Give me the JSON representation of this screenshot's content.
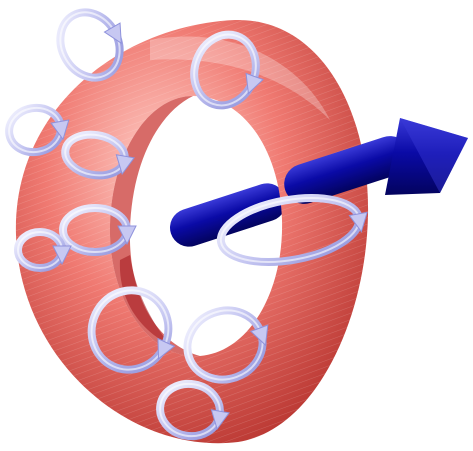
{
  "figure": {
    "subject": "toroidal-coil-with-axis-arrow",
    "colors": {
      "background": "#ffffff",
      "torus_base": "#f07a72",
      "torus_light": "#ffd2cb",
      "torus_dark": "#b32f2a",
      "torus_hole_shadow": "#a3161b",
      "axis_arrow": "#0a0aa6",
      "axis_arrow_dark": "#03035e",
      "axis_arrow_light": "#3a3ad8",
      "loop_light": "#f4f4ff",
      "loop_mid": "#c7c8f2",
      "loop_dark": "#8f92dc"
    },
    "icons": [
      "axis-arrow",
      "circulation-arrow"
    ],
    "loop_count": 10
  }
}
